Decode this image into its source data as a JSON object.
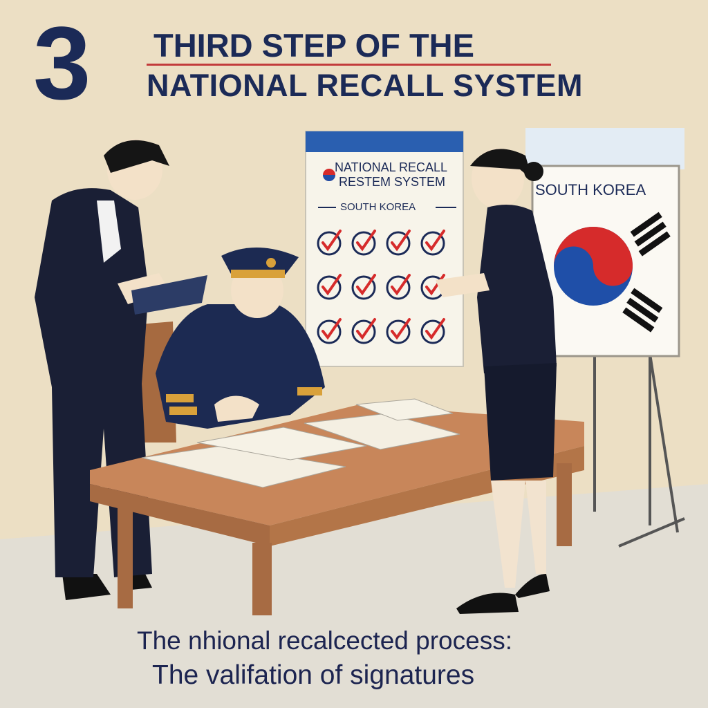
{
  "header": {
    "step_number": "3",
    "title_line1": "THIRD STEP  OF THE",
    "title_line2": "NATIONAL RECALL SYSTEM"
  },
  "board": {
    "title_line1": "NATIONAL RECALL",
    "title_line2": "RESTEM SYSTEM",
    "subtitle": "SOUTH KOREA",
    "checkmark_rows": 3,
    "checkmarks_per_row": 4
  },
  "flag_board": {
    "label": "SOUTH KOREA"
  },
  "caption": {
    "line1": "The nhional recalcected process:",
    "line2": "The valifation of signatures"
  },
  "colors": {
    "background": "#ecdfc4",
    "navy": "#1b2a57",
    "red": "#d62b2b",
    "blue": "#1f4fa8",
    "desk": "#c8865a",
    "paper": "#f4efe2"
  }
}
